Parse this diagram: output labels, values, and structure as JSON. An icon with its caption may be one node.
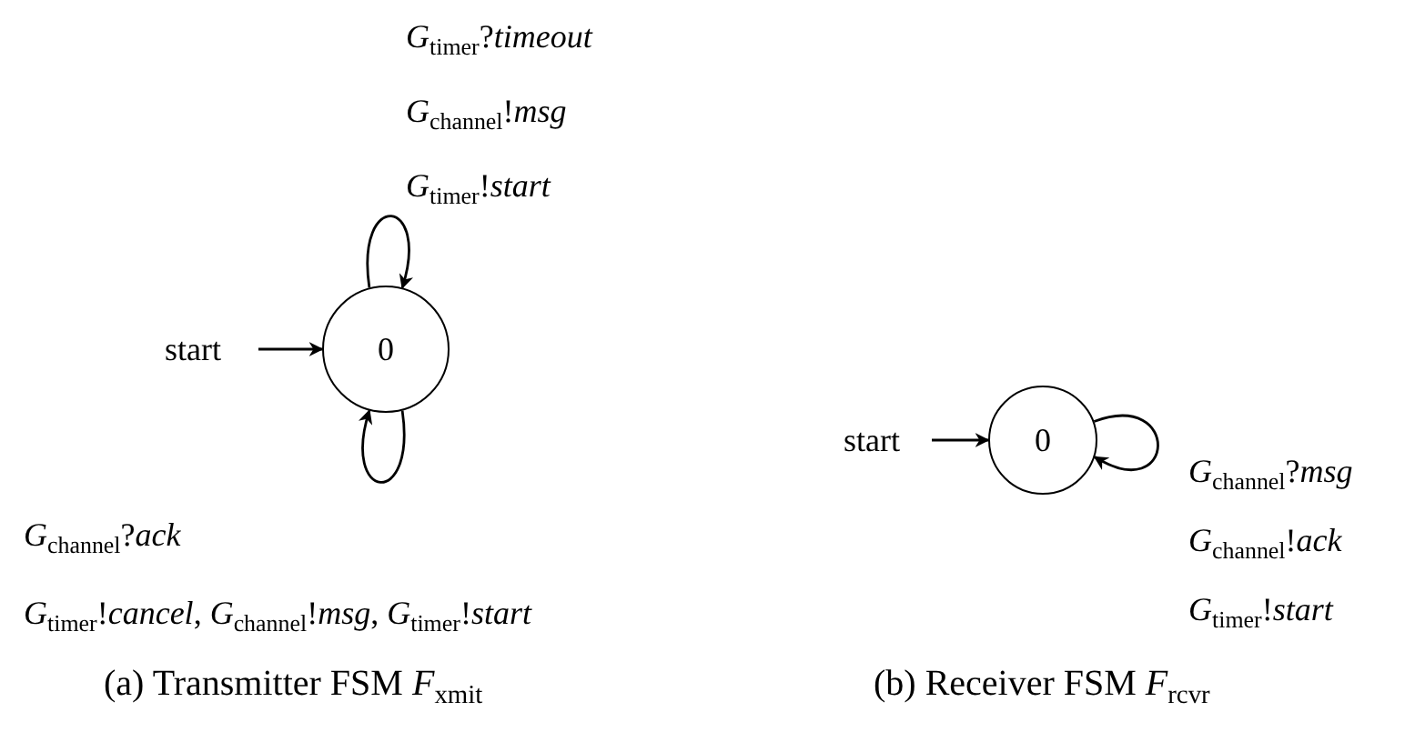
{
  "diagram": {
    "nodes": [
      {
        "text": [
          "start"
        ]
      },
      {
        "text": [
          "0"
        ]
      },
      {
        "text": [
          "start"
        ]
      },
      {
        "text": [
          "0"
        ]
      }
    ],
    "edges": [
      {
        "from": 0,
        "to": 1,
        "arrow": "to"
      },
      {
        "from": 1,
        "to": 1,
        "arrow": "to",
        "label": "*G*$_{timer}$?*timeout* *G*$_{channel}$!*msg* *G*$_{timer}$!*start*"
      },
      {
        "from": 1,
        "to": 1,
        "arrow": "to",
        "label": "*G*$_{channel}$?*ack* *G*$_{timer}$!*cancel*, *G*$_{channel}$!*msg*, *G*$_{timer}$!*start*"
      },
      {
        "from": 2,
        "to": 3,
        "arrow": "to"
      },
      {
        "from": 3,
        "to": 3,
        "arrow": "to",
        "label": "*G*$_{channel}$?*msg* *G*$_{channel}$!*ack* *G*$_{timer}$!*start*"
      }
    ],
    "labels": [
      "(a) Transmitter FSM *F*$_{xmit}$",
      "(b) Receiver FSM *F*$_{rcvr}$"
    ]
  }
}
